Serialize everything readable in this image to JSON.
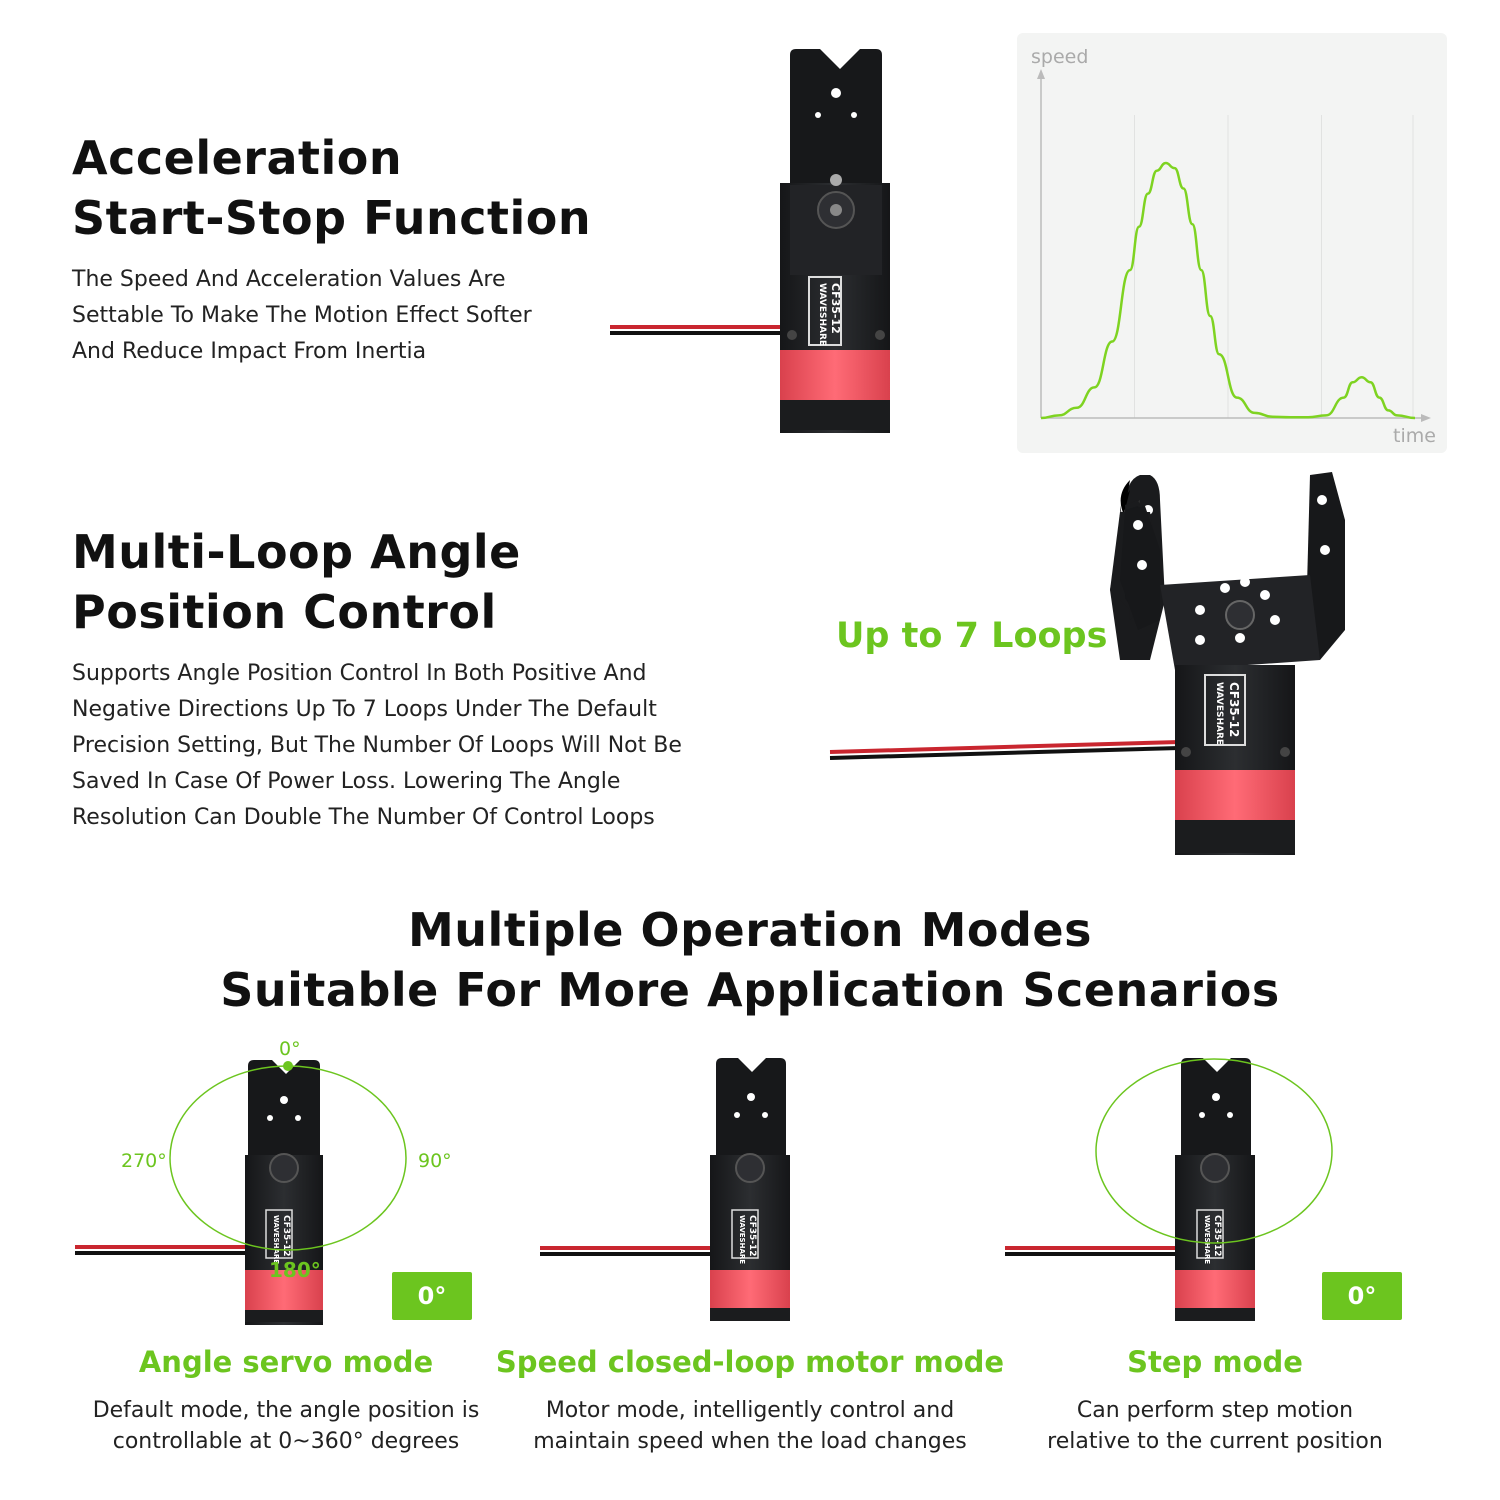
{
  "section1": {
    "title_line1": "Acceleration",
    "title_line2": "Start-Stop Function",
    "desc_lines": [
      "The Speed And Acceleration Values Are",
      "Settable To Make The Motion Effect Softer",
      "And Reduce Impact From Inertia"
    ]
  },
  "chart": {
    "ylabel": "speed",
    "xlabel": "time",
    "line_color": "#7ed321"
  },
  "chart_data": {
    "type": "line",
    "xlabel": "time",
    "ylabel": "speed",
    "grid": "vertical-only",
    "series": [
      {
        "x": [
          0,
          4,
          8,
          12,
          16,
          20,
          22,
          24,
          26,
          28,
          30,
          32,
          34,
          36,
          38,
          40,
          44,
          48,
          52,
          56,
          60,
          64,
          68,
          70,
          72,
          74,
          76,
          78,
          80,
          84
        ],
        "values": [
          0,
          1,
          4,
          12,
          30,
          58,
          75,
          88,
          97,
          100,
          98,
          90,
          76,
          58,
          40,
          25,
          8,
          2,
          0.5,
          0.3,
          0.3,
          1,
          8,
          14,
          16,
          14,
          8,
          3,
          1,
          0
        ]
      }
    ]
  },
  "servo_labels": {
    "brand": "WAVESHARE",
    "model": "CF35-12"
  },
  "section2": {
    "title_line1": "Multi-Loop Angle",
    "title_line2": "Position Control",
    "desc_lines": [
      "Supports Angle Position Control In Both Positive And",
      "Negative Directions Up To 7 Loops Under The Default",
      "Precision Setting, But The Number Of Loops Will Not Be",
      "Saved In Case Of Power Loss. Lowering The Angle",
      "Resolution Can Double The Number Of Control Loops"
    ],
    "loops_label": "Up to 7 Loops"
  },
  "section3": {
    "title_line1": "Multiple Operation Modes",
    "title_line2": "Suitable For More Application Scenarios",
    "angle_labels": {
      "top": "0°",
      "right": "90°",
      "bottom": "180°",
      "left": "270°"
    },
    "modes": [
      {
        "title": "Angle servo mode",
        "desc_lines": [
          "Default mode, the angle position is",
          "controllable at 0~360° degrees"
        ],
        "badge": "0°"
      },
      {
        "title": "Speed closed-loop motor mode",
        "desc_lines": [
          "Motor mode, intelligently control and",
          "maintain speed when the load changes"
        ]
      },
      {
        "title": "Step mode",
        "desc_lines": [
          "Can perform step motion",
          "relative to the current position"
        ],
        "badge": "0°"
      }
    ]
  },
  "colors": {
    "accent_green": "#6cc51f",
    "servo_body": "#1e1f21",
    "servo_red": "#f0525f"
  }
}
